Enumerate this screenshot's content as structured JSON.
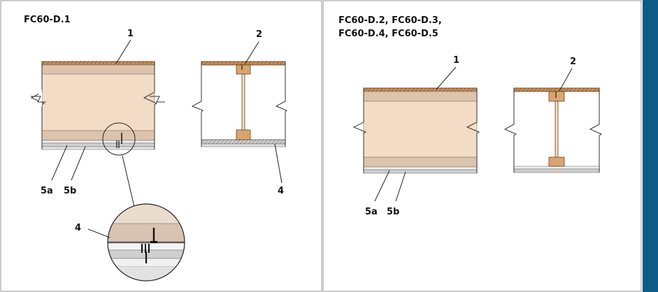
{
  "panels": [
    {
      "title_lines": [
        "FC60-D.1"
      ]
    },
    {
      "title_lines": [
        "FC60-D.2, FC60-D.3,",
        "FC60-D.4, FC60-D.5"
      ]
    }
  ],
  "labels": {
    "n1": "1",
    "n2": "2",
    "n4": "4",
    "n5a": "5a",
    "n5b": "5b"
  },
  "colors": {
    "wood_board": "#b07a4b",
    "joist": "#d9a570",
    "cavity_fill": "#f2dcc5",
    "layer_tan": "#dcc3ad",
    "gypsum": "#d8d8d8",
    "sidebar": "#0f5a86",
    "border": "#9a9a9a"
  }
}
